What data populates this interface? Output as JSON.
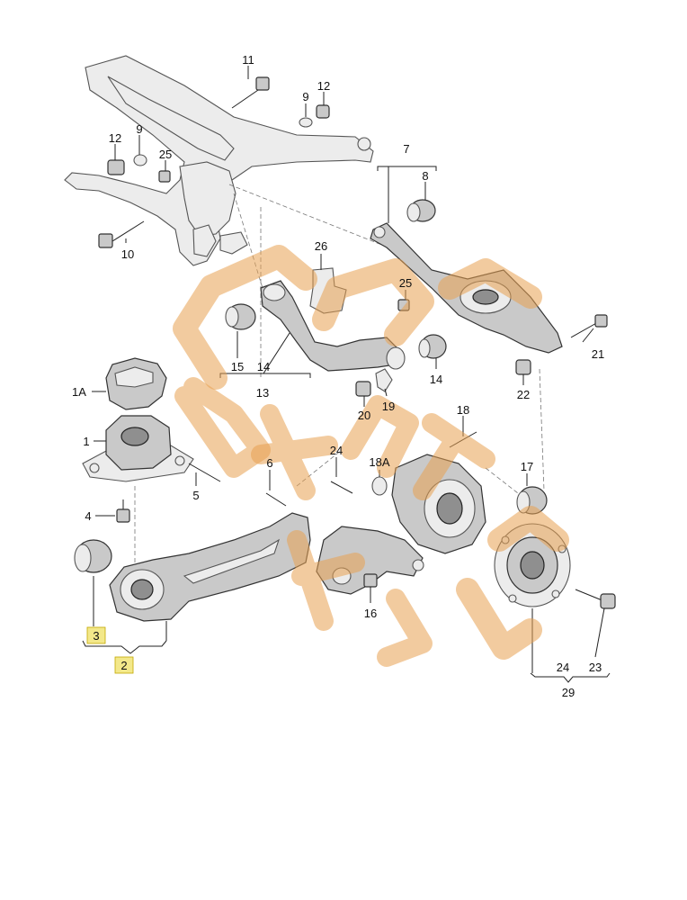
{
  "callouts": {
    "c11": "11",
    "c9a": "9",
    "c12a": "12",
    "c12b": "12",
    "c9b": "9",
    "c25a": "25",
    "c7": "7",
    "c8": "8",
    "c10": "10",
    "c26": "26",
    "c25b": "25",
    "c21": "21",
    "c15": "15",
    "c14a": "14",
    "c13": "13",
    "c14b": "14",
    "c1A": "1A",
    "c22": "22",
    "c20": "20",
    "c19": "19",
    "c18": "18",
    "c1": "1",
    "c24a": "24",
    "c18A": "18A",
    "c6": "6",
    "c17": "17",
    "c5": "5",
    "c4": "4",
    "c16": "16",
    "c3": "3",
    "c2": "2",
    "c24b": "24",
    "c23": "23",
    "c29": "29"
  },
  "highlighted_callouts": [
    "3",
    "2"
  ],
  "colors": {
    "highlight": "#f3e88a",
    "watermark": "#e8a050",
    "line": "#222222"
  }
}
